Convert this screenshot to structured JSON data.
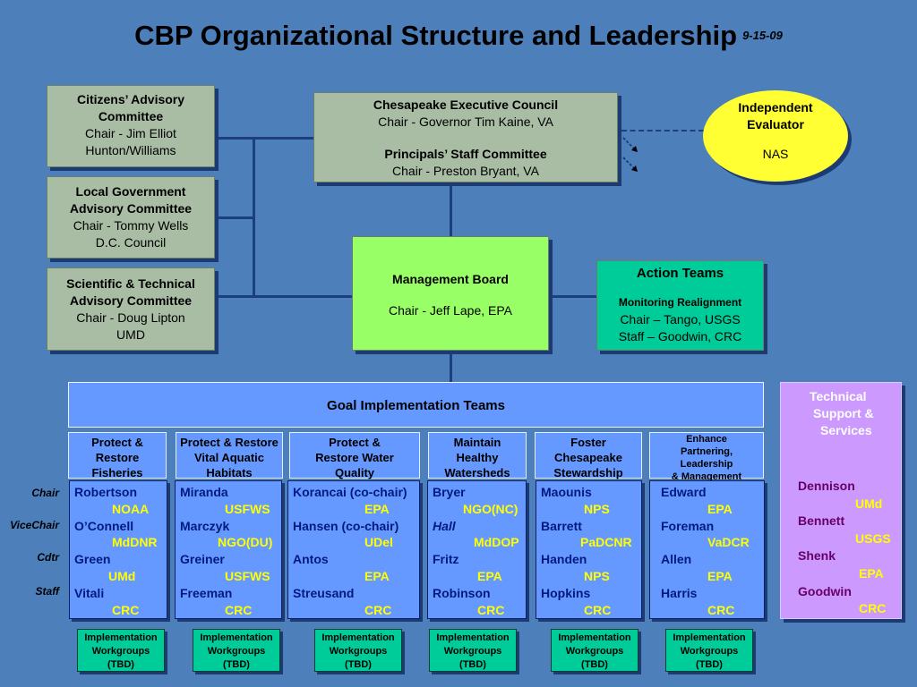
{
  "title": "CBP Organizational Structure and Leadership",
  "date": "9-15-09",
  "citizens": {
    "name_1": "Citizens’ Advisory",
    "name_2": "Committee",
    "chair": "Chair - Jim Elliot",
    "org": "Hunton/Williams"
  },
  "localgov": {
    "name_1": "Local Government",
    "name_2": "Advisory Committee",
    "chair": "Chair - Tommy Wells",
    "org": "D.C. Council"
  },
  "scitech": {
    "name_1": "Scientific & Technical",
    "name_2": "Advisory Committee",
    "chair": "Chair - Doug Lipton",
    "org": "UMD"
  },
  "exec": {
    "title": "Chesapeake Executive Council",
    "chair": "Chair - Governor Tim Kaine, VA",
    "psc_title": "Principals’ Staff Committee",
    "psc_chair": "Chair - Preston Bryant, VA"
  },
  "evaluator": {
    "name_1": "Independent",
    "name_2": "Evaluator",
    "org": "NAS"
  },
  "mgmt": {
    "title": "Management Board",
    "chair": "Chair - Jeff Lape, EPA"
  },
  "action": {
    "title": "Action Teams",
    "sub": "Monitoring Realignment",
    "chair": "Chair – Tango, USGS",
    "staff": "Staff – Goodwin, CRC"
  },
  "git": {
    "title": "Goal Implementation Teams"
  },
  "technical": {
    "title_1": "Technical",
    "title_2": "Support &",
    "title_3": "Services",
    "people": [
      {
        "name": "Dennison",
        "org": "UMd"
      },
      {
        "name": "Bennett",
        "org": "USGS"
      },
      {
        "name": "Shenk",
        "org": "EPA"
      },
      {
        "name": "Goodwin",
        "org": "CRC"
      }
    ]
  },
  "roles": [
    "Chair",
    "ViceChair",
    "Cdtr",
    "Staff"
  ],
  "teams": [
    {
      "h1": "Protect &",
      "h2": "Restore",
      "h3": "Fisheries",
      "people": [
        {
          "name": "Robertson",
          "org": "NOAA"
        },
        {
          "name": "O’Connell",
          "org": "MdDNR"
        },
        {
          "name": "Green",
          "org": "UMd"
        },
        {
          "name": "Vitali",
          "org": "CRC"
        }
      ]
    },
    {
      "h1": "Protect & Restore",
      "h2": "Vital Aquatic",
      "h3": "Habitats",
      "people": [
        {
          "name": "Miranda",
          "org": "USFWS"
        },
        {
          "name": "Marczyk",
          "org": "NGO(DU)"
        },
        {
          "name": "Greiner",
          "org": "USFWS"
        },
        {
          "name": "Freeman",
          "org": "CRC"
        }
      ]
    },
    {
      "h1": "Protect &",
      "h2": "Restore Water",
      "h3": "Quality",
      "people": [
        {
          "name": "Korancai (co-chair)",
          "org": "EPA"
        },
        {
          "name": "Hansen (co-chair)",
          "org": "UDel"
        },
        {
          "name": "Antos",
          "org": "EPA"
        },
        {
          "name": "Streusand",
          "org": "CRC"
        }
      ]
    },
    {
      "h1": "Maintain",
      "h2": "Healthy",
      "h3": "Watersheds",
      "people": [
        {
          "name": "Bryer",
          "org": "NGO(NC)"
        },
        {
          "name": "Hall",
          "org": "MdDOP"
        },
        {
          "name": "Fritz",
          "org": "EPA"
        },
        {
          "name": "Robinson",
          "org": "CRC"
        }
      ]
    },
    {
      "h1": "Foster",
      "h2": "Chesapeake",
      "h3": "Stewardship",
      "people": [
        {
          "name": "Maounis",
          "org": "NPS"
        },
        {
          "name": "Barrett",
          "org": "PaDCNR"
        },
        {
          "name": "Handen",
          "org": "NPS"
        },
        {
          "name": "Hopkins",
          "org": "CRC"
        }
      ]
    },
    {
      "h1": "Enhance",
      "h2": "Partnering,",
      "h3": "Leadership",
      "h4": "& Management",
      "people": [
        {
          "name": "Edward",
          "org": "EPA"
        },
        {
          "name": "Foreman",
          "org": "VaDCR"
        },
        {
          "name": "Allen",
          "org": "EPA"
        },
        {
          "name": "Harris",
          "org": "CRC"
        }
      ]
    }
  ],
  "workgroup": {
    "l1": "Implementation",
    "l2": "Workgroups",
    "l3": "(TBD)"
  }
}
